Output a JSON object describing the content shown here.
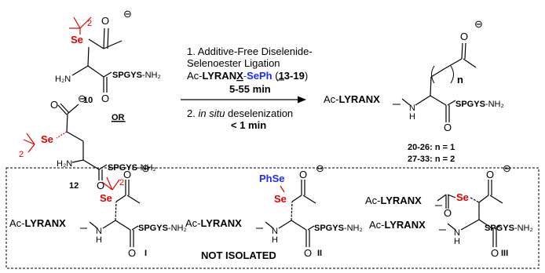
{
  "reactant_10": {
    "se": "Se",
    "two": "2",
    "charge": "⊖",
    "oxygen": "O",
    "amine": "H₂N",
    "peptide": "SPGYS",
    "amide_nh2": "-NH₂",
    "label": "10"
  },
  "or_label": "OR",
  "reactant_12": {
    "se": "Se",
    "two": "2",
    "charge": "⊖",
    "oxygen": "O",
    "amine": "H₂N",
    "peptide": "SPGYS",
    "amide_nh2": "-NH₂",
    "label": "12"
  },
  "conditions": {
    "step1_line1": "1. Additive-Free Diselenide-",
    "step1_line2": "Selenoester Ligation",
    "ac": "Ac-",
    "lyran": "LYRAN",
    "x": "X",
    "dash": "-",
    "seph": "SePh",
    "compounds_open": " (",
    "compounds": "13-19",
    "compounds_close": ")",
    "time1": "5-55 min",
    "step2_prefix": "2. ",
    "step2_italic": "in situ",
    "step2_rest": " deselenization",
    "time2": "< 1 min"
  },
  "product": {
    "ac": "Ac-",
    "lyran": "LYRAN",
    "x": "X",
    "nh": "N",
    "h": "H",
    "n": "n",
    "charge": "⊖",
    "oxygen": "O",
    "peptide": "SPGYS",
    "amide_nh2": "-NH₂",
    "label_a": "20-26",
    "label_a_suffix": ": n = 1",
    "label_b": "27-33",
    "label_b_suffix": ": n = 2"
  },
  "intermediates": {
    "I": {
      "ac": "Ac-",
      "lyran": "LYRAN",
      "x": "X",
      "nh": "N",
      "h": "H",
      "se": "Se",
      "two": "2",
      "charge": "⊖",
      "oxygen": "O",
      "peptide": "SPGYS",
      "amide_nh2": "-NH₂",
      "label": "I"
    },
    "II": {
      "ac": "Ac-",
      "lyran": "LYRAN",
      "x": "X",
      "nh": "N",
      "h": "H",
      "phse": "PhSe",
      "se": "Se",
      "charge": "⊖",
      "oxygen": "O",
      "peptide": "SPGYS",
      "amide_nh2": "-NH₂",
      "label": "II"
    },
    "III": {
      "ac_top": "Ac-",
      "lyran_top": "LYRAN",
      "x_top": "X",
      "se": "Se",
      "oxygen_acyl": "O",
      "ac": "Ac-",
      "lyran": "LYRAN",
      "x": "X",
      "nh": "N",
      "h": "H",
      "charge": "⊖",
      "oxygen": "O",
      "peptide": "SPGYS",
      "amide_nh2": "-NH₂",
      "label": "III"
    },
    "not_isolated": "NOT ISOLATED"
  }
}
